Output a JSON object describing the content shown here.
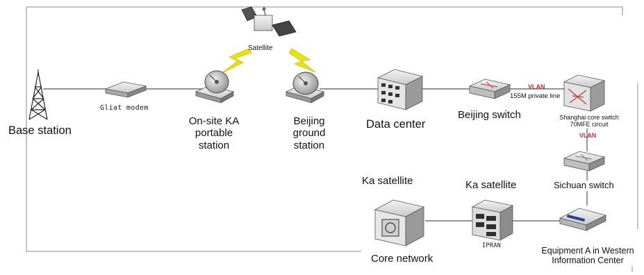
{
  "nodes": {
    "base_station": "Base station",
    "gliat_modem": "Gliat modem",
    "satellite": "Satellite",
    "onsite_ka": [
      "On-site KA",
      "portable",
      "station"
    ],
    "beijing_ground": [
      "Beijing",
      "ground",
      "station"
    ],
    "data_center": "Data center",
    "beijing_switch": "Beijing switch",
    "vlan_top": "VLAN",
    "private_line": "155M private line",
    "shanghai_core": [
      "Shanghai core switch",
      "70MFE circuit"
    ],
    "vlan_bottom": "VLAN",
    "sichuan_switch": "Sichuan switch",
    "ka_satellite_left": "Ka satellite",
    "ka_satellite_right": "Ka satellite",
    "core_network": "Core network",
    "ipran": "IPRAN",
    "equipment_a": [
      "Equipment A in Western",
      "Information Center"
    ]
  },
  "colors": {
    "line": "#555555",
    "lightning": "#e8e600",
    "vlan": "#e0242a",
    "device_gray": "#d9d9d9",
    "device_dark": "#4a4a4a"
  },
  "icons": [
    "tower-icon",
    "modem-icon",
    "satellite-icon",
    "dish-icon",
    "server-icon",
    "switch-icon",
    "router-icon"
  ]
}
